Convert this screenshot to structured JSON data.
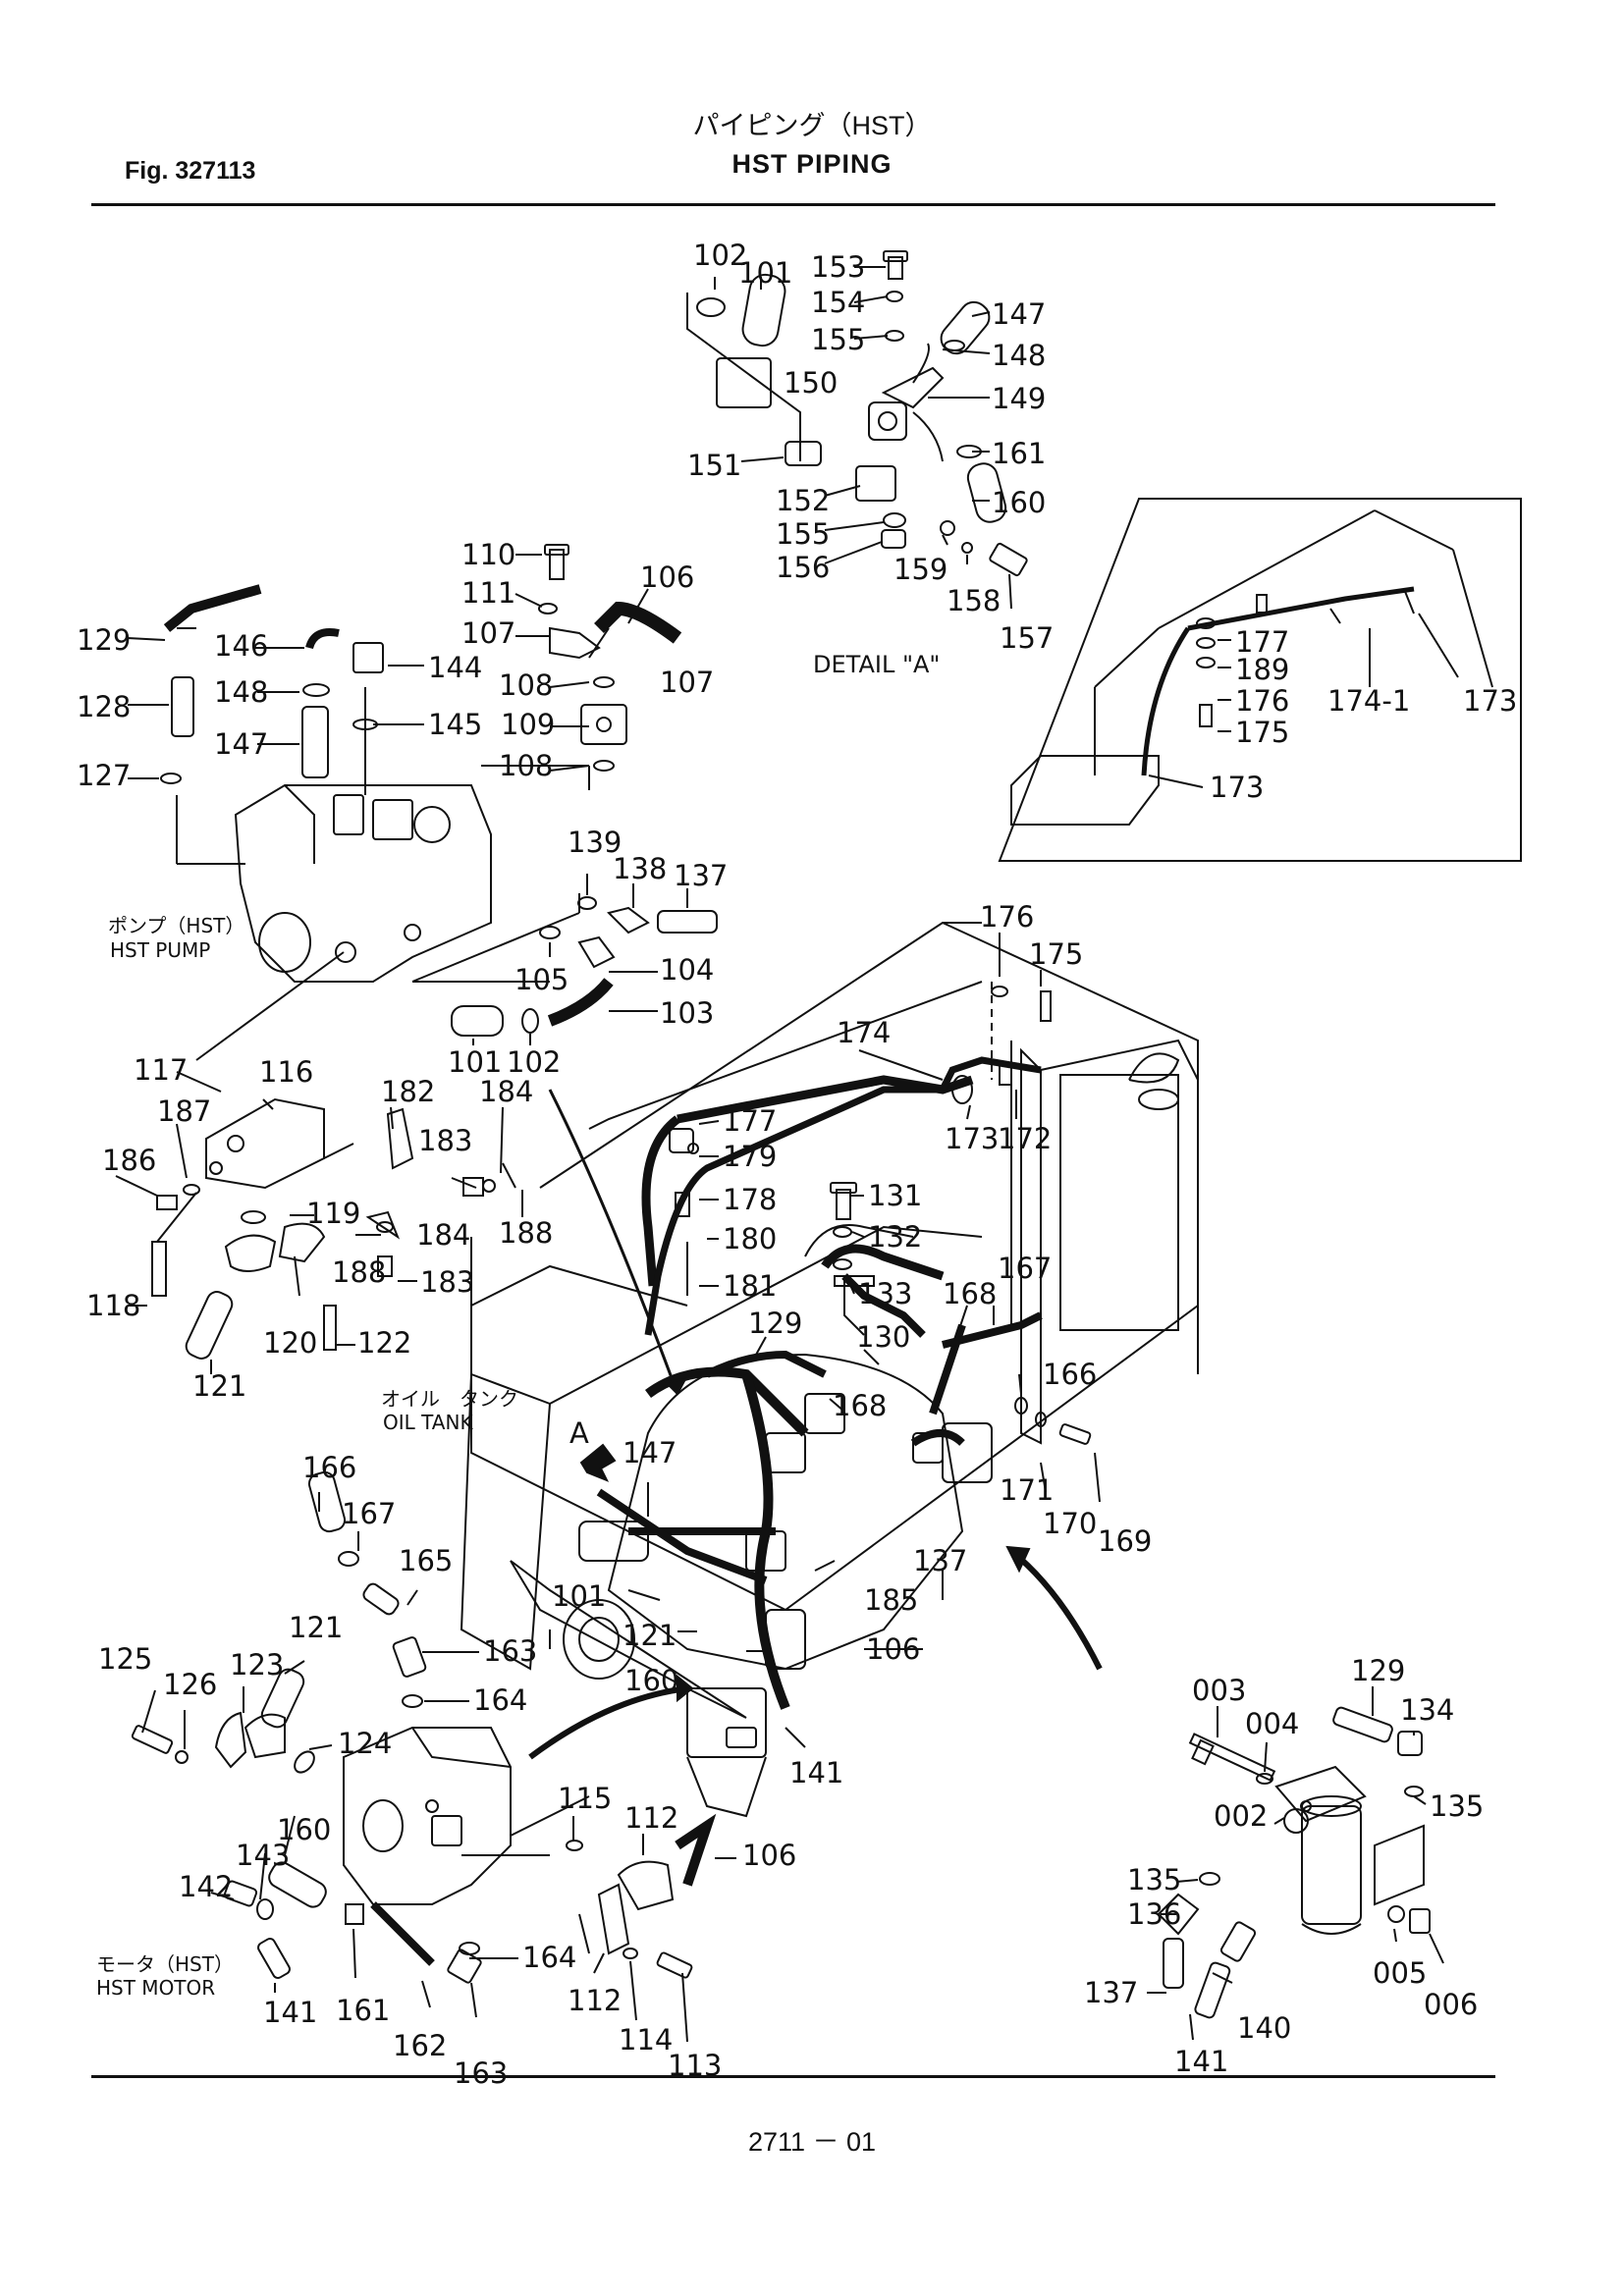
{
  "header": {
    "title_jp": "パイピング（HST）",
    "title_en": "HST  PIPING",
    "fig_label": "Fig.  327113"
  },
  "footer": {
    "page_number": "2711 － 01"
  },
  "captions": {
    "pump_jp": "ポンプ（HST）",
    "pump_en": "HST PUMP",
    "tank_jp": "オイル　タンク",
    "tank_en": "OIL TANK",
    "motor_jp": "モータ（HST）",
    "motor_en": "HST MOTOR",
    "detail": "DETAIL \"A\"",
    "view_marker": "A"
  },
  "part_numbers": [
    "102",
    "101",
    "153",
    "154",
    "155",
    "147",
    "148",
    "150",
    "149",
    "151",
    "161",
    "152",
    "160",
    "155",
    "159",
    "156",
    "158",
    "157",
    "110",
    "111",
    "106",
    "107",
    "107",
    "108",
    "109",
    "108",
    "129",
    "146",
    "144",
    "148",
    "128",
    "147",
    "145",
    "127",
    "139",
    "138",
    "137",
    "105",
    "104",
    "101",
    "102",
    "103",
    "177",
    "189",
    "176",
    "174-1",
    "173",
    "175",
    "173",
    "176",
    "175",
    "174",
    "173",
    "172",
    "177",
    "179",
    "178",
    "131",
    "180",
    "132",
    "181",
    "133",
    "168",
    "167",
    "130",
    "129",
    "168",
    "166",
    "171",
    "170",
    "169",
    "147",
    "137",
    "185",
    "106",
    "101",
    "121",
    "160",
    "141",
    "117",
    "116",
    "182",
    "184",
    "187",
    "186",
    "183",
    "188",
    "184",
    "188",
    "183",
    "119",
    "118",
    "120",
    "122",
    "121",
    "166",
    "167",
    "165",
    "163",
    "164",
    "125",
    "126",
    "123",
    "121",
    "124",
    "160",
    "143",
    "142",
    "141",
    "161",
    "162",
    "163",
    "164",
    "115",
    "112",
    "106",
    "112",
    "114",
    "113",
    "003",
    "004",
    "129",
    "134",
    "002",
    "135",
    "135",
    "136",
    "140",
    "137",
    "141",
    "005",
    "006"
  ]
}
